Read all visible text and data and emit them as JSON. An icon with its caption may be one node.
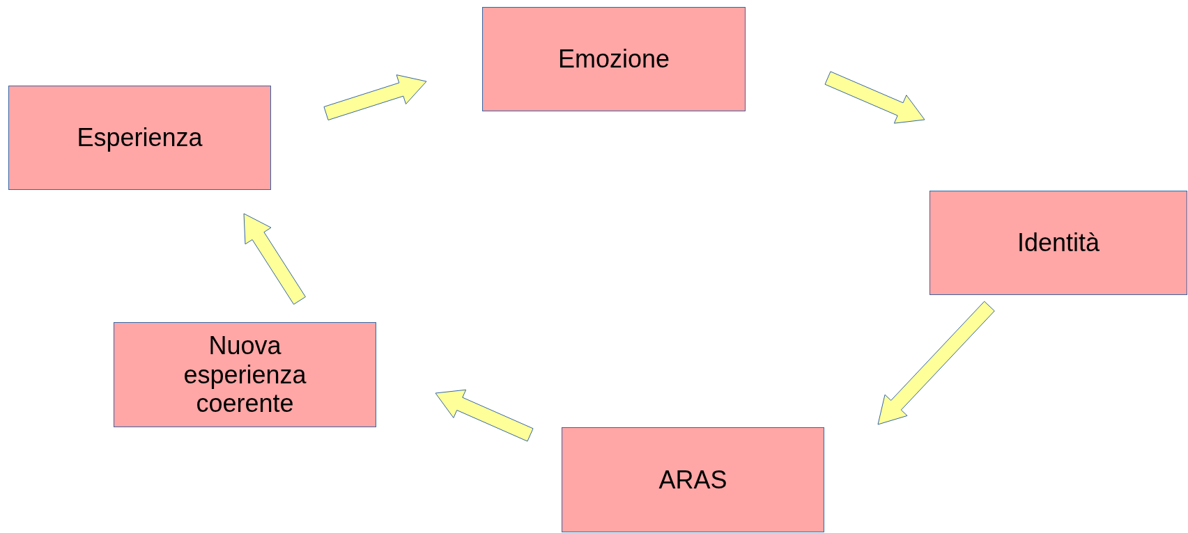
{
  "diagram": {
    "nodes": [
      {
        "text": [
          "Esperienza"
        ]
      },
      {
        "text": [
          "Emozione"
        ]
      },
      {
        "text": [
          "Identità"
        ]
      },
      {
        "text": [
          "ARAS"
        ]
      },
      {
        "text": [
          "Nuova esperienza coerente"
        ]
      }
    ],
    "edges": [
      {
        "from": 0,
        "to": 1,
        "arrow": "to"
      },
      {
        "from": 1,
        "to": 2,
        "arrow": "to"
      },
      {
        "from": 2,
        "to": 3,
        "arrow": "to"
      },
      {
        "from": 3,
        "to": 4,
        "arrow": "to"
      },
      {
        "from": 4,
        "to": 0,
        "arrow": "to"
      }
    ]
  }
}
